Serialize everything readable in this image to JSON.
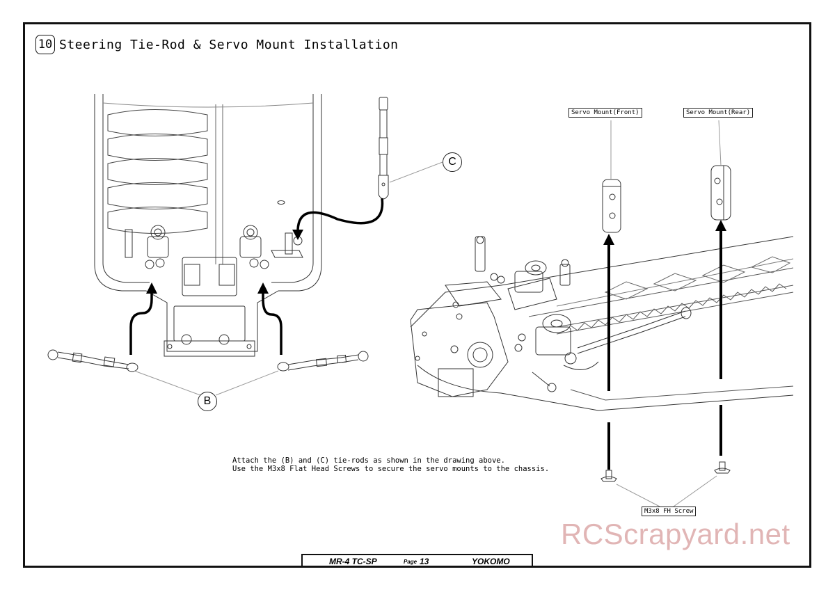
{
  "step": {
    "number": "10",
    "title": "Steering Tie-Rod & Servo Mount Installation"
  },
  "labels": {
    "c": "C",
    "b": "B",
    "servo_front": "Servo Mount(Front)",
    "servo_rear": "Servo Mount(Rear)",
    "screw": "M3x8 FH Screw"
  },
  "instructions": [
    "Attach the (B) and (C) tie-rods as shown in the drawing above.",
    "Use the M3x8 Flat Head Screws to secure the servo mounts to the chassis."
  ],
  "footer": {
    "model": "MR-4 TC-SP",
    "page_label": "Page",
    "page_number": "13",
    "brand": "YOKOMO"
  },
  "watermark": "RCScrapyard.net"
}
